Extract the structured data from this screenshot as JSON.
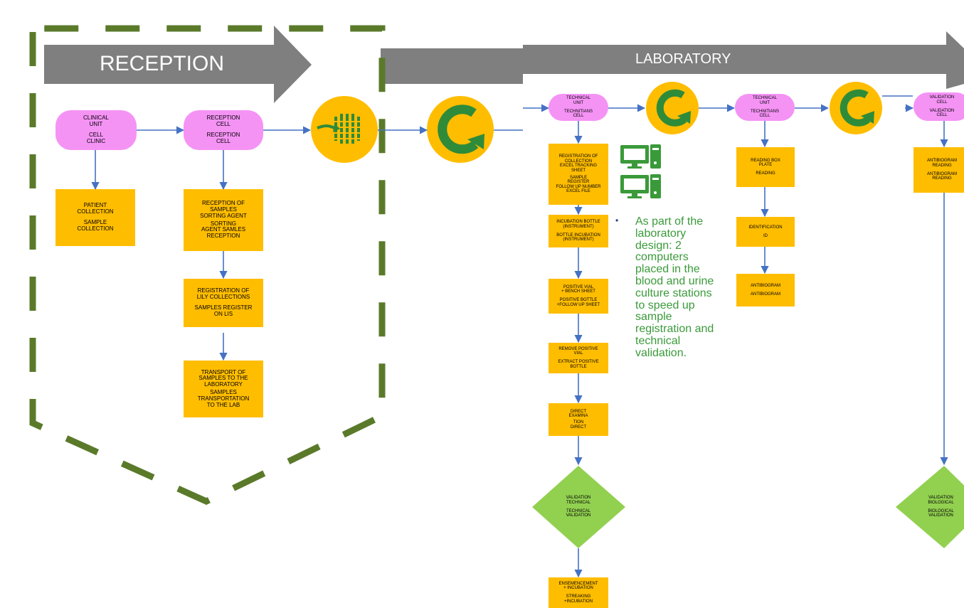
{
  "banners": {
    "reception": "RECEPTION",
    "laboratory": "LABORATORY"
  },
  "colors": {
    "banner": "#7f7f7f",
    "pill": "#f593f5",
    "box": "#ffbd00",
    "icon_circle": "#ffbd00",
    "diamond": "#92d050",
    "dashed_border": "#5a7a2a",
    "arrow": "#4472c4",
    "computer_icon": "#3a9a3a"
  },
  "icons": {
    "sorter": "sample-sorter-icon",
    "cycle": "cycle-arrow-icon",
    "computer": "computer-icon"
  },
  "nodes": {
    "clinical_unit": [
      "CLINICAL",
      "UNIT",
      "CELL",
      "CLINIC"
    ],
    "reception_cell": [
      "RECEPTION",
      "CELL",
      "RECEPTION",
      "CELL"
    ],
    "patient_collection": [
      "PATIENT",
      "COLLECTION",
      "SAMPLE",
      "COLLECTION"
    ],
    "reception_samples": [
      "RECEPTION OF",
      "SAMPLES",
      "SORTING AGENT",
      "SORTING",
      "AGENT SAMLES",
      "RECEPTION"
    ],
    "registration_lily": [
      "REGISTRATION OF",
      "LILY COLLECTIONS",
      "SAMPLES REGISTER",
      "ON LIS"
    ],
    "transport": [
      "TRANSPORT OF",
      "SAMPLES TO THE",
      "LABORATORY",
      "SAMPLES",
      "TRANSPORTATION",
      "TO THE LAB"
    ],
    "technical_unit_1": [
      "TECHNICAL",
      "UNIT",
      "TECHNITIANS",
      "CELL"
    ],
    "registration_collection": [
      "REGISTRATION OF",
      "COLLECTION",
      "EXCEL TRACKING",
      "SHEET",
      "SAMPLE",
      "REGISTER",
      "FOLLOW UP NUMBER",
      "EXCEL FILE"
    ],
    "incubation_bottle": [
      "INCUBATION BOTTLE",
      "(INSTRUMENT)",
      "BOTTLE INCUBATION",
      "(INSTRUMENT)"
    ],
    "positive_vial": [
      "POSITIVE VIAL",
      "+ BENCH SHEET",
      "POSITIVE BOTTLE",
      "+FOLLOW UP SHEET"
    ],
    "remove_positive": [
      "REMOVE POSITIVE",
      "VIAL",
      "EXTRACT POSITIVE",
      "BOTTLE"
    ],
    "direct_exam": [
      "DIRECT",
      "EXAMINA",
      "TION",
      "DIRECT"
    ],
    "validation_technical": [
      "VALIDATION",
      "TECHNICAL",
      "TECHNICAL",
      "VALIDATION"
    ],
    "ensemencement": [
      "ENSEMENCEMENT",
      "+ INCUBATION",
      "STREAKING",
      "+INCUBATION"
    ],
    "technical_unit_2": [
      "TECHNICAL",
      "UNIT",
      "TECHNITIANS",
      "CELL"
    ],
    "reading_box": [
      "READING BOX",
      "PLATE",
      "READING"
    ],
    "identification": [
      "IDENTIFICATION",
      "ID"
    ],
    "antibiogram": [
      "ANTIBIOGRAM",
      "ANTIBIOGRAM"
    ],
    "validation_cell": [
      "VALIDATION",
      "CELL",
      "VALIDATION",
      "CELL"
    ],
    "antibiogram_reading": [
      "ANTIBIOGRAM",
      "READING",
      "ANTIBIOGRAM",
      "READING"
    ],
    "validation_biological": [
      "VALIDATION",
      "BIOLOGICAL",
      "BIOLOGICAL",
      "VALIDATION"
    ]
  },
  "note": {
    "bullet": "•",
    "text": "As part of the laboratory design: 2 computers placed in the blood and urine culture stations to speed up sample registration and technical validation."
  }
}
